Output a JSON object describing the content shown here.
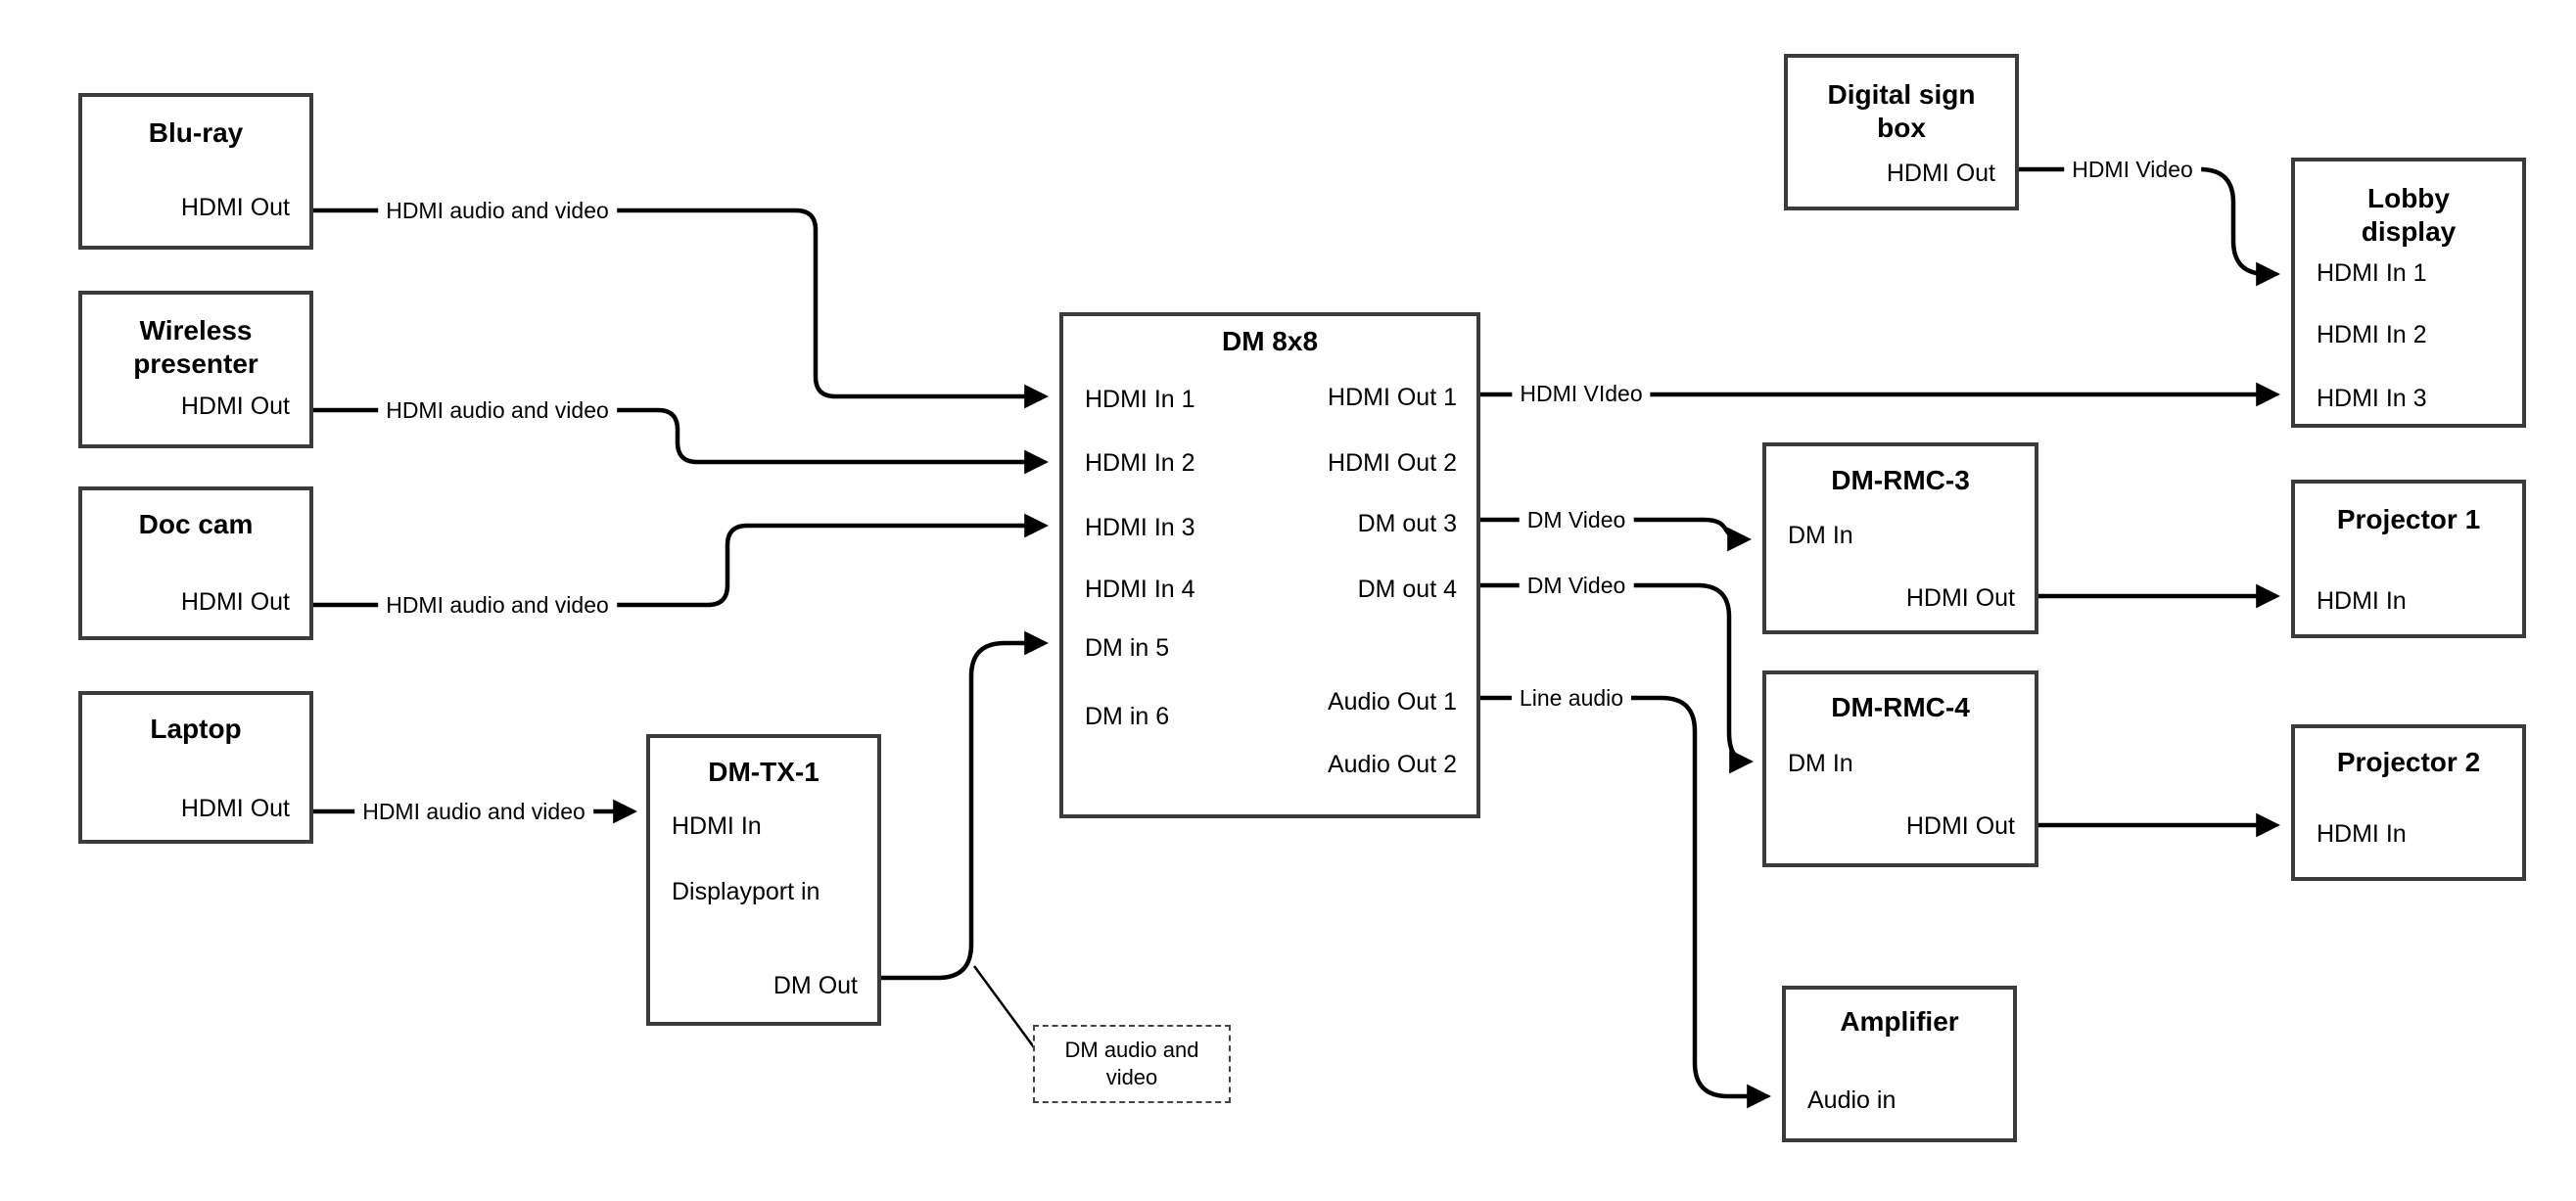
{
  "nodes": {
    "bluray": {
      "title": "Blu-ray",
      "ports": {
        "hdmi_out": "HDMI Out"
      }
    },
    "wireless": {
      "title": "Wireless\npresenter",
      "ports": {
        "hdmi_out": "HDMI Out"
      }
    },
    "doccam": {
      "title": "Doc cam",
      "ports": {
        "hdmi_out": "HDMI Out"
      }
    },
    "laptop": {
      "title": "Laptop",
      "ports": {
        "hdmi_out": "HDMI Out"
      }
    },
    "dmtx1": {
      "title": "DM-TX-1",
      "ports": {
        "hdmi_in": "HDMI In",
        "dp_in": "Displayport in",
        "dm_out": "DM Out"
      }
    },
    "dm8x8": {
      "title": "DM 8x8",
      "ports": {
        "hdmi_in_1": "HDMI In 1",
        "hdmi_in_2": "HDMI In 2",
        "hdmi_in_3": "HDMI In 3",
        "hdmi_in_4": "HDMI In 4",
        "dm_in_5": "DM in 5",
        "dm_in_6": "DM in 6",
        "hdmi_out_1": "HDMI Out 1",
        "hdmi_out_2": "HDMI Out 2",
        "dm_out_3": "DM out 3",
        "dm_out_4": "DM out 4",
        "audio_out_1": "Audio Out 1",
        "audio_out_2": "Audio Out 2"
      }
    },
    "signbox": {
      "title": "Digital sign\nbox",
      "ports": {
        "hdmi_out": "HDMI Out"
      }
    },
    "lobby": {
      "title": "Lobby\ndisplay",
      "ports": {
        "hdmi_in_1": "HDMI In 1",
        "hdmi_in_2": "HDMI In 2",
        "hdmi_in_3": "HDMI In 3"
      }
    },
    "rmc3": {
      "title": "DM-RMC-3",
      "ports": {
        "dm_in": "DM In",
        "hdmi_out": "HDMI Out"
      }
    },
    "proj1": {
      "title": "Projector 1",
      "ports": {
        "hdmi_in": "HDMI In"
      }
    },
    "rmc4": {
      "title": "DM-RMC-4",
      "ports": {
        "dm_in": "DM In",
        "hdmi_out": "HDMI Out"
      }
    },
    "proj2": {
      "title": "Projector 2",
      "ports": {
        "hdmi_in": "HDMI In"
      }
    },
    "amplifier": {
      "title": "Amplifier",
      "ports": {
        "audio_in": "Audio in"
      }
    }
  },
  "note": {
    "text": "DM audio and\nvideo"
  },
  "link_labels": {
    "bluray_dm": "HDMI audio and video",
    "wireless_dm": "HDMI audio and video",
    "doccam_dm": "HDMI audio and video",
    "laptop_tx": "HDMI audio and video",
    "hdmi_out1": "HDMI VIdeo",
    "dm_out3": "DM Video",
    "dm_out4": "DM Video",
    "audio_out1": "Line audio",
    "signbox_lobby": "HDMI Video"
  },
  "colors": {
    "background": "#ffffff",
    "line": "#000000",
    "box_border": "#3b3b3b",
    "text": "#000000"
  }
}
